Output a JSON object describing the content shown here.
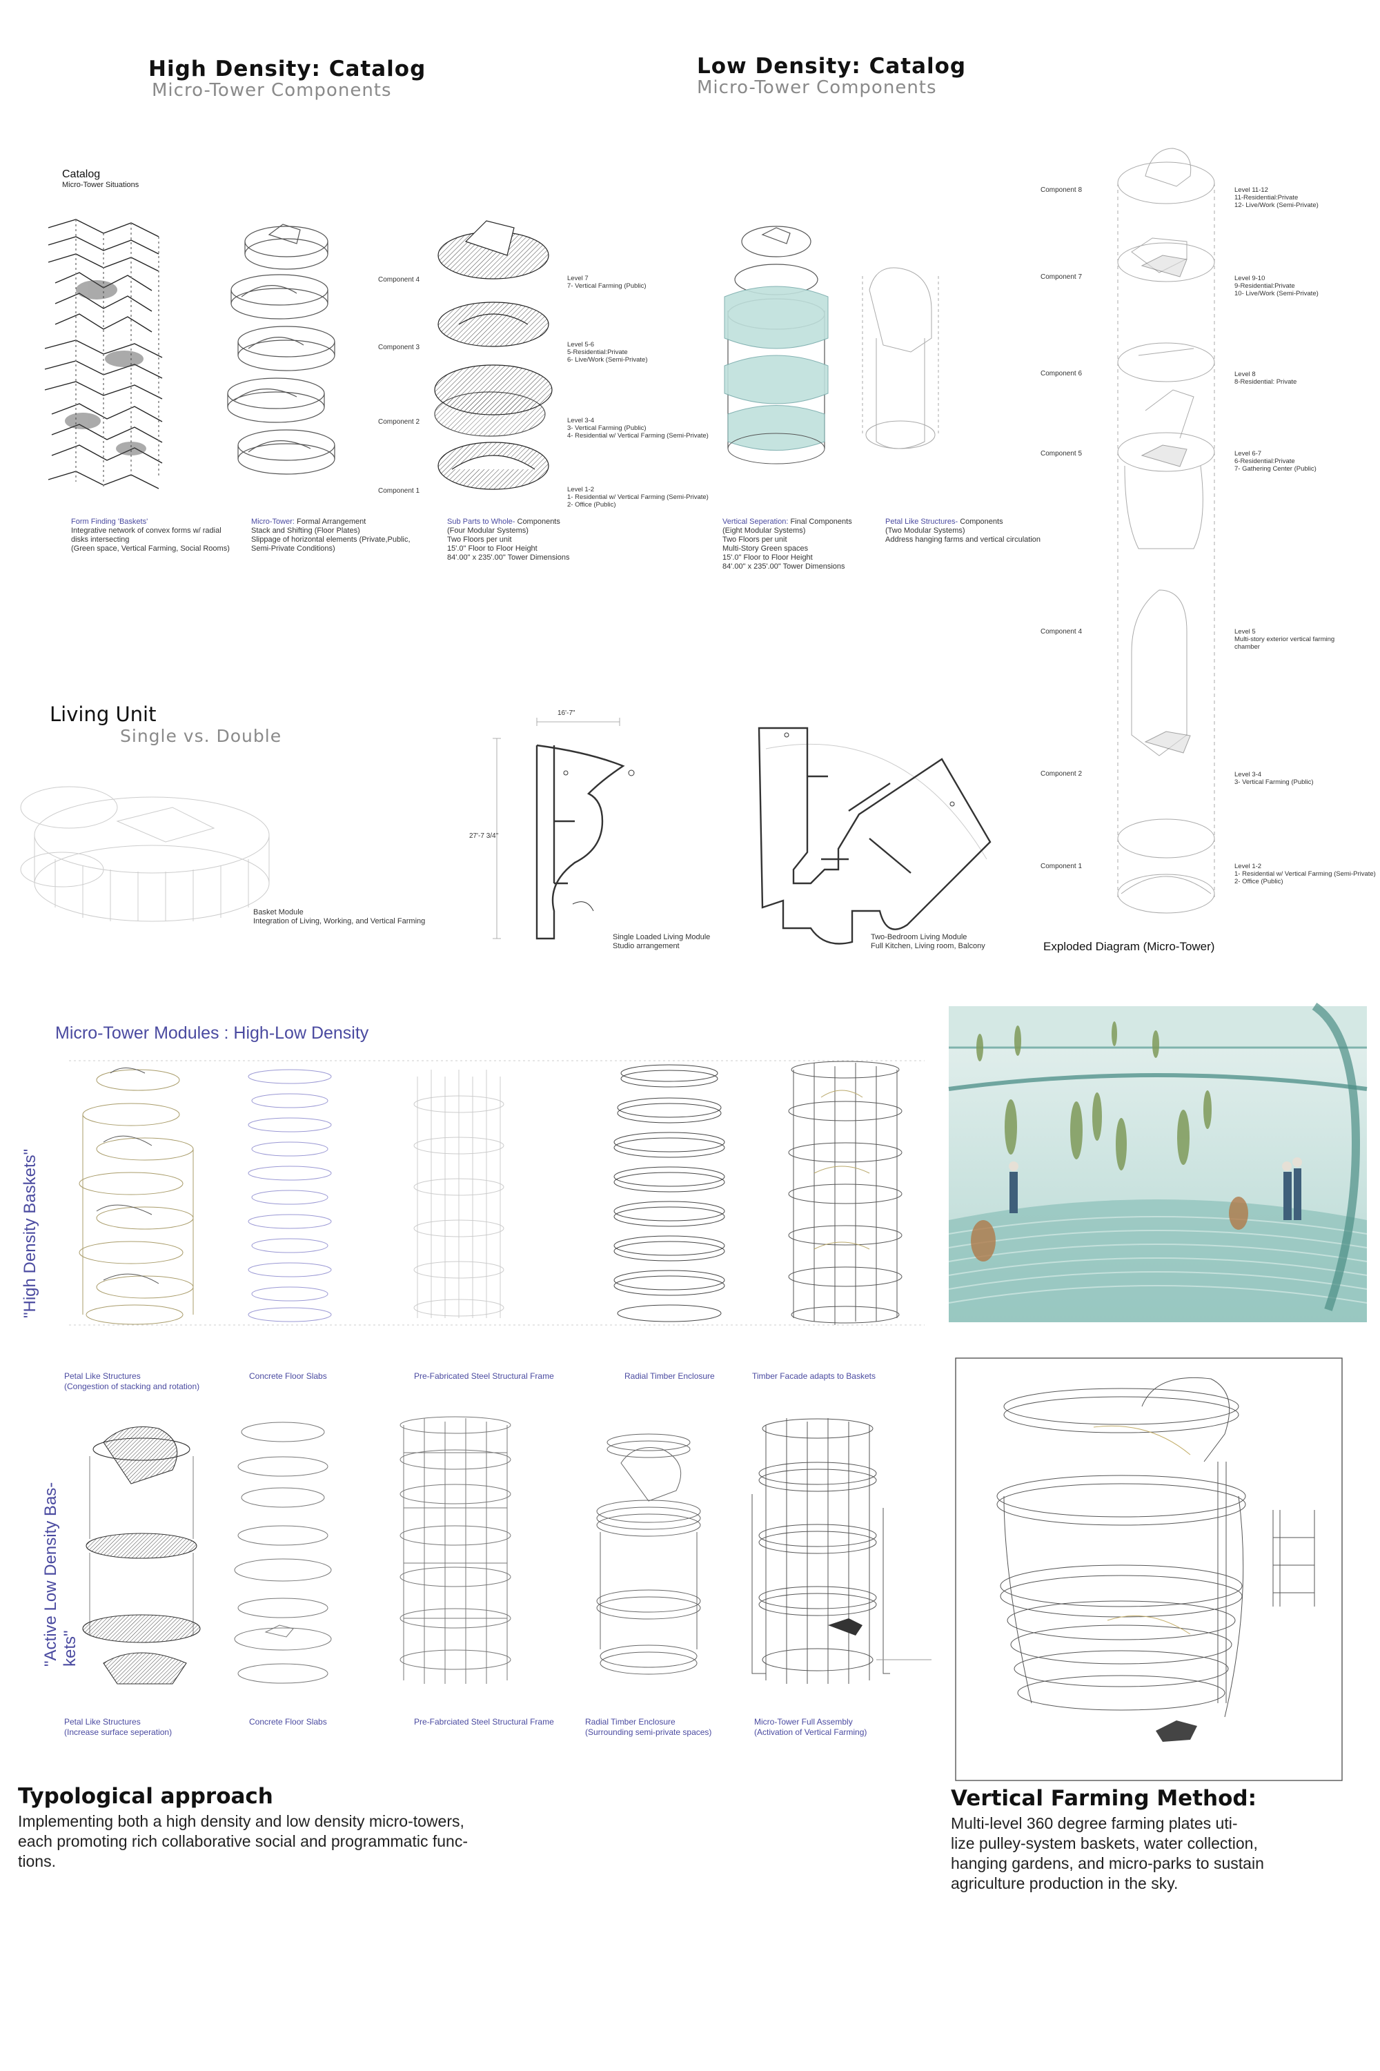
{
  "header": {
    "high_title": "High Density: Catalog",
    "high_sub": "Micro-Tower Components",
    "low_title": "Low Density: Catalog",
    "low_sub": "Micro-Tower Components"
  },
  "catalog": {
    "title": "Catalog",
    "sub": "Micro-Tower Situations",
    "components": [
      "Component 4",
      "Component 3",
      "Component 2",
      "Component 1"
    ],
    "levels": [
      {
        "title": "Level 7",
        "lines": [
          "7- Vertical Farming (Public)"
        ]
      },
      {
        "title": "Level 5-6",
        "lines": [
          "5-Residential:Private",
          "6- Live/Work (Semi-Private)"
        ]
      },
      {
        "title": "Level 3-4",
        "lines": [
          "3- Vertical Farming (Public)",
          "4- Residential w/ Vertical Farming (Semi-Private)"
        ]
      },
      {
        "title": "Level 1-2",
        "lines": [
          "1- Residential w/ Vertical Farming (Semi-Private)",
          "2- Office (Public)"
        ]
      }
    ],
    "captions": [
      {
        "hl": "Form Finding 'Baskets'",
        "rest": "",
        "lines": [
          "Integrative network of convex forms w/ radial",
          "disks intersecting",
          "(Green space, Vertical Farming, Social Rooms)"
        ]
      },
      {
        "hl": "Micro-Tower:",
        "rest": " Formal Arrangement",
        "lines": [
          "Stack and Shifting (Floor Plates)",
          "Slippage of horizontal elements (Private,Public,",
          "Semi-Private Conditions)"
        ]
      },
      {
        "hl": "Sub Parts to Whole-",
        "rest": " Components",
        "lines": [
          "(Four Modular Systems)",
          "Two Floors per unit",
          "15'.0\" Floor to Floor Height",
          "84'.00\" x 235'.00\" Tower Dimensions"
        ]
      },
      {
        "hl": "Vertical Seperation:",
        "rest": " Final Components",
        "lines": [
          "(Eight Modular Systems)",
          "Two Floors per unit",
          "Multi-Story Green spaces",
          "15'.0\" Floor to Floor Height",
          "84'.00\" x 235'.00\" Tower Dimensions"
        ]
      },
      {
        "hl": "Petal Like Structures-",
        "rest": " Components",
        "lines": [
          "(Two Modular Systems)",
          "Address hanging farms and vertical circulation"
        ]
      }
    ]
  },
  "exploded": {
    "components": [
      "Component 8",
      "Component 7",
      "Component 6",
      "Component 5",
      "Component 4",
      "Component 2",
      "Component 1"
    ],
    "levels": [
      {
        "title": "Level 11-12",
        "lines": [
          "11-Residential:Private",
          "12- Live/Work (Semi-Private)"
        ]
      },
      {
        "title": "Level 9-10",
        "lines": [
          "9-Residential:Private",
          "10- Live/Work (Semi-Private)"
        ]
      },
      {
        "title": "Level 8",
        "lines": [
          "8-Residential: Private"
        ]
      },
      {
        "title": "Level 6-7",
        "lines": [
          "6-Residential:Private",
          "7- Gathering Center (Public)"
        ]
      },
      {
        "title": "Level 5",
        "lines": [
          "Multi-story exterior vertical farming",
          "chamber"
        ]
      },
      {
        "title": "Level 3-4",
        "lines": [
          "3- Vertical Farming (Public)"
        ]
      },
      {
        "title": "Level 1-2",
        "lines": [
          "1- Residential w/ Vertical Farming (Semi-Private)",
          "2- Office (Public)"
        ]
      }
    ],
    "caption": "Exploded Diagram (Micro-Tower)"
  },
  "living": {
    "title": "Living Unit",
    "sub": "Single vs. Double",
    "basket_title": "Basket Module",
    "basket_desc": "Integration of Living, Working, and Vertical Farming",
    "dim_top": "16'-7\"",
    "dim_side": "27'-7 3/4\"",
    "single_title": "Single Loaded Living Module",
    "single_desc": "Studio arrangement",
    "double_title": "Two-Bedroom Living Module",
    "double_desc": "Full Kitchen, Living room, Balcony"
  },
  "modules": {
    "title": "Micro-Tower Modules : High-Low Density",
    "high_vertical": "\"High Density Baskets\"",
    "low_vertical": "\"Active Low Density Bas-kets\"",
    "high_labels": [
      [
        "Petal Like Structures",
        "(Congestion of stacking and rotation)"
      ],
      [
        "Concrete Floor Slabs"
      ],
      [
        "Pre-Fabricated Steel Structural Frame"
      ],
      [
        "Radial Timber Enclosure"
      ],
      [
        "Timber Facade  adapts to Baskets"
      ]
    ],
    "low_labels": [
      [
        "Petal Like Structures",
        "(Increase surface seperation)"
      ],
      [
        "Concrete Floor Slabs"
      ],
      [
        "Pre-Fabrciated Steel Structural Frame"
      ],
      [
        "Radial Timber Enclosure",
        "(Surrounding semi-private spaces)"
      ],
      [
        "Micro-Tower Full Assembly",
        "(Activation of Vertical Farming)"
      ]
    ]
  },
  "typological": {
    "title": "Typological approach",
    "lines": [
      "Implementing both a high density and low density micro-towers,",
      "each promoting rich collaborative social and programmatic func-",
      "tions."
    ]
  },
  "vertical_farming": {
    "title": "Vertical Farming Method:",
    "lines": [
      "Multi-level 360 degree farming plates uti-",
      "lize pulley-system baskets, water collection,",
      "hanging gardens, and micro-parks to sustain",
      "agriculture production in the sky."
    ]
  },
  "colors": {
    "accent": "#4a4aa0",
    "teal": "#bfe0dc"
  }
}
